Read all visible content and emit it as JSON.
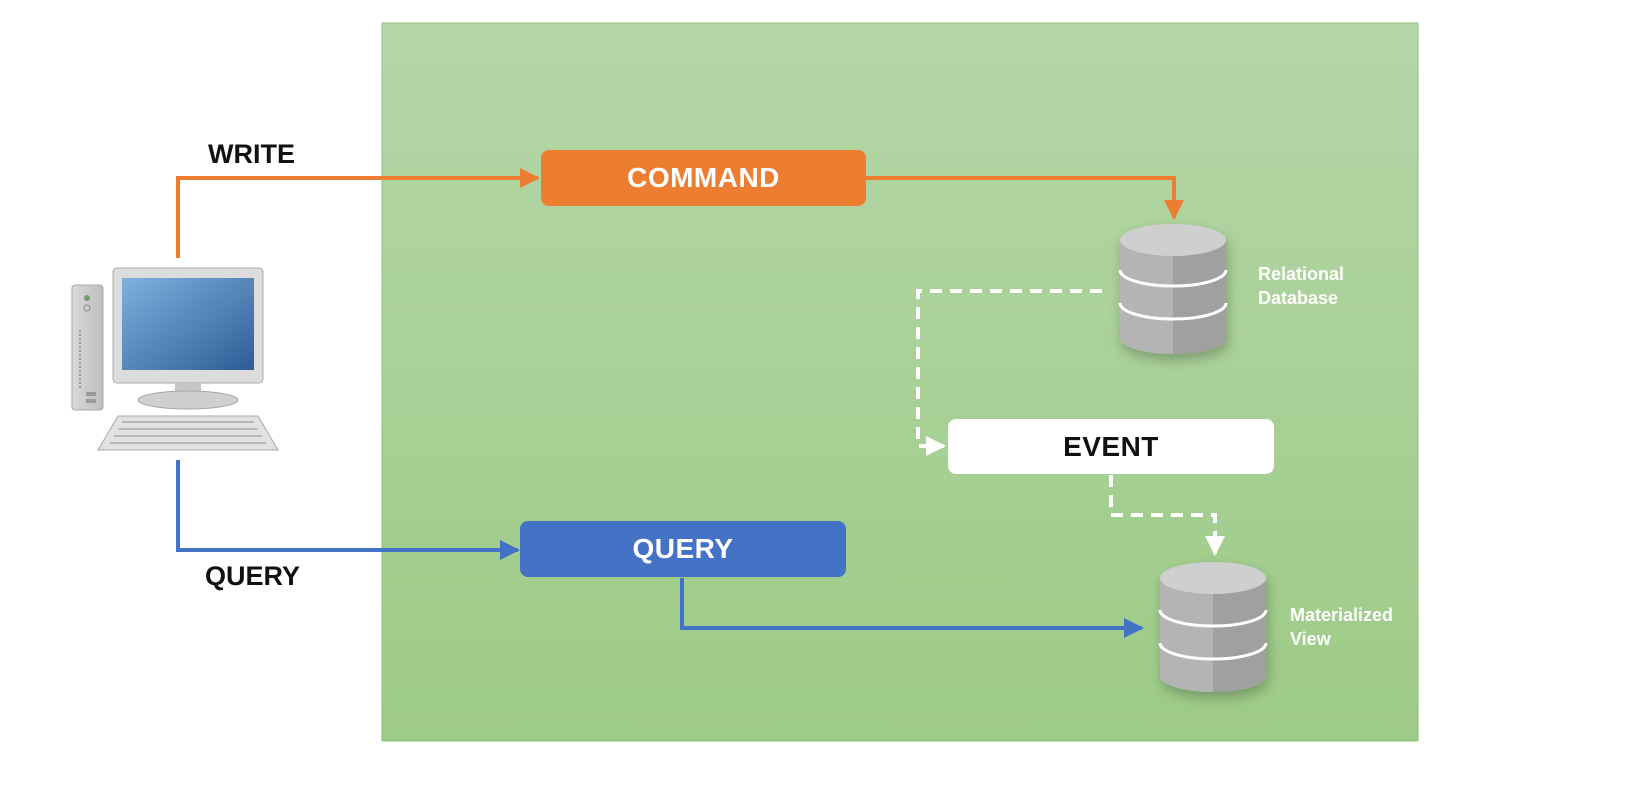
{
  "labels": {
    "write": "WRITE",
    "query": "QUERY"
  },
  "nodes": {
    "command": "COMMAND",
    "query": "QUERY",
    "event": "EVENT"
  },
  "databases": {
    "relational": {
      "line1": "Relational",
      "line2": "Database"
    },
    "materialized": {
      "line1": "Materialized",
      "line2": "View"
    }
  },
  "colors": {
    "panel_top": "#b5d6a7",
    "panel_bottom": "#9dcb87",
    "write_flow": "#ed7d31",
    "query_flow": "#4472c4",
    "event_flow": "#ffffff"
  },
  "icons": {
    "client": "desktop-computer-icon",
    "database": "database-cylinder-icon"
  }
}
